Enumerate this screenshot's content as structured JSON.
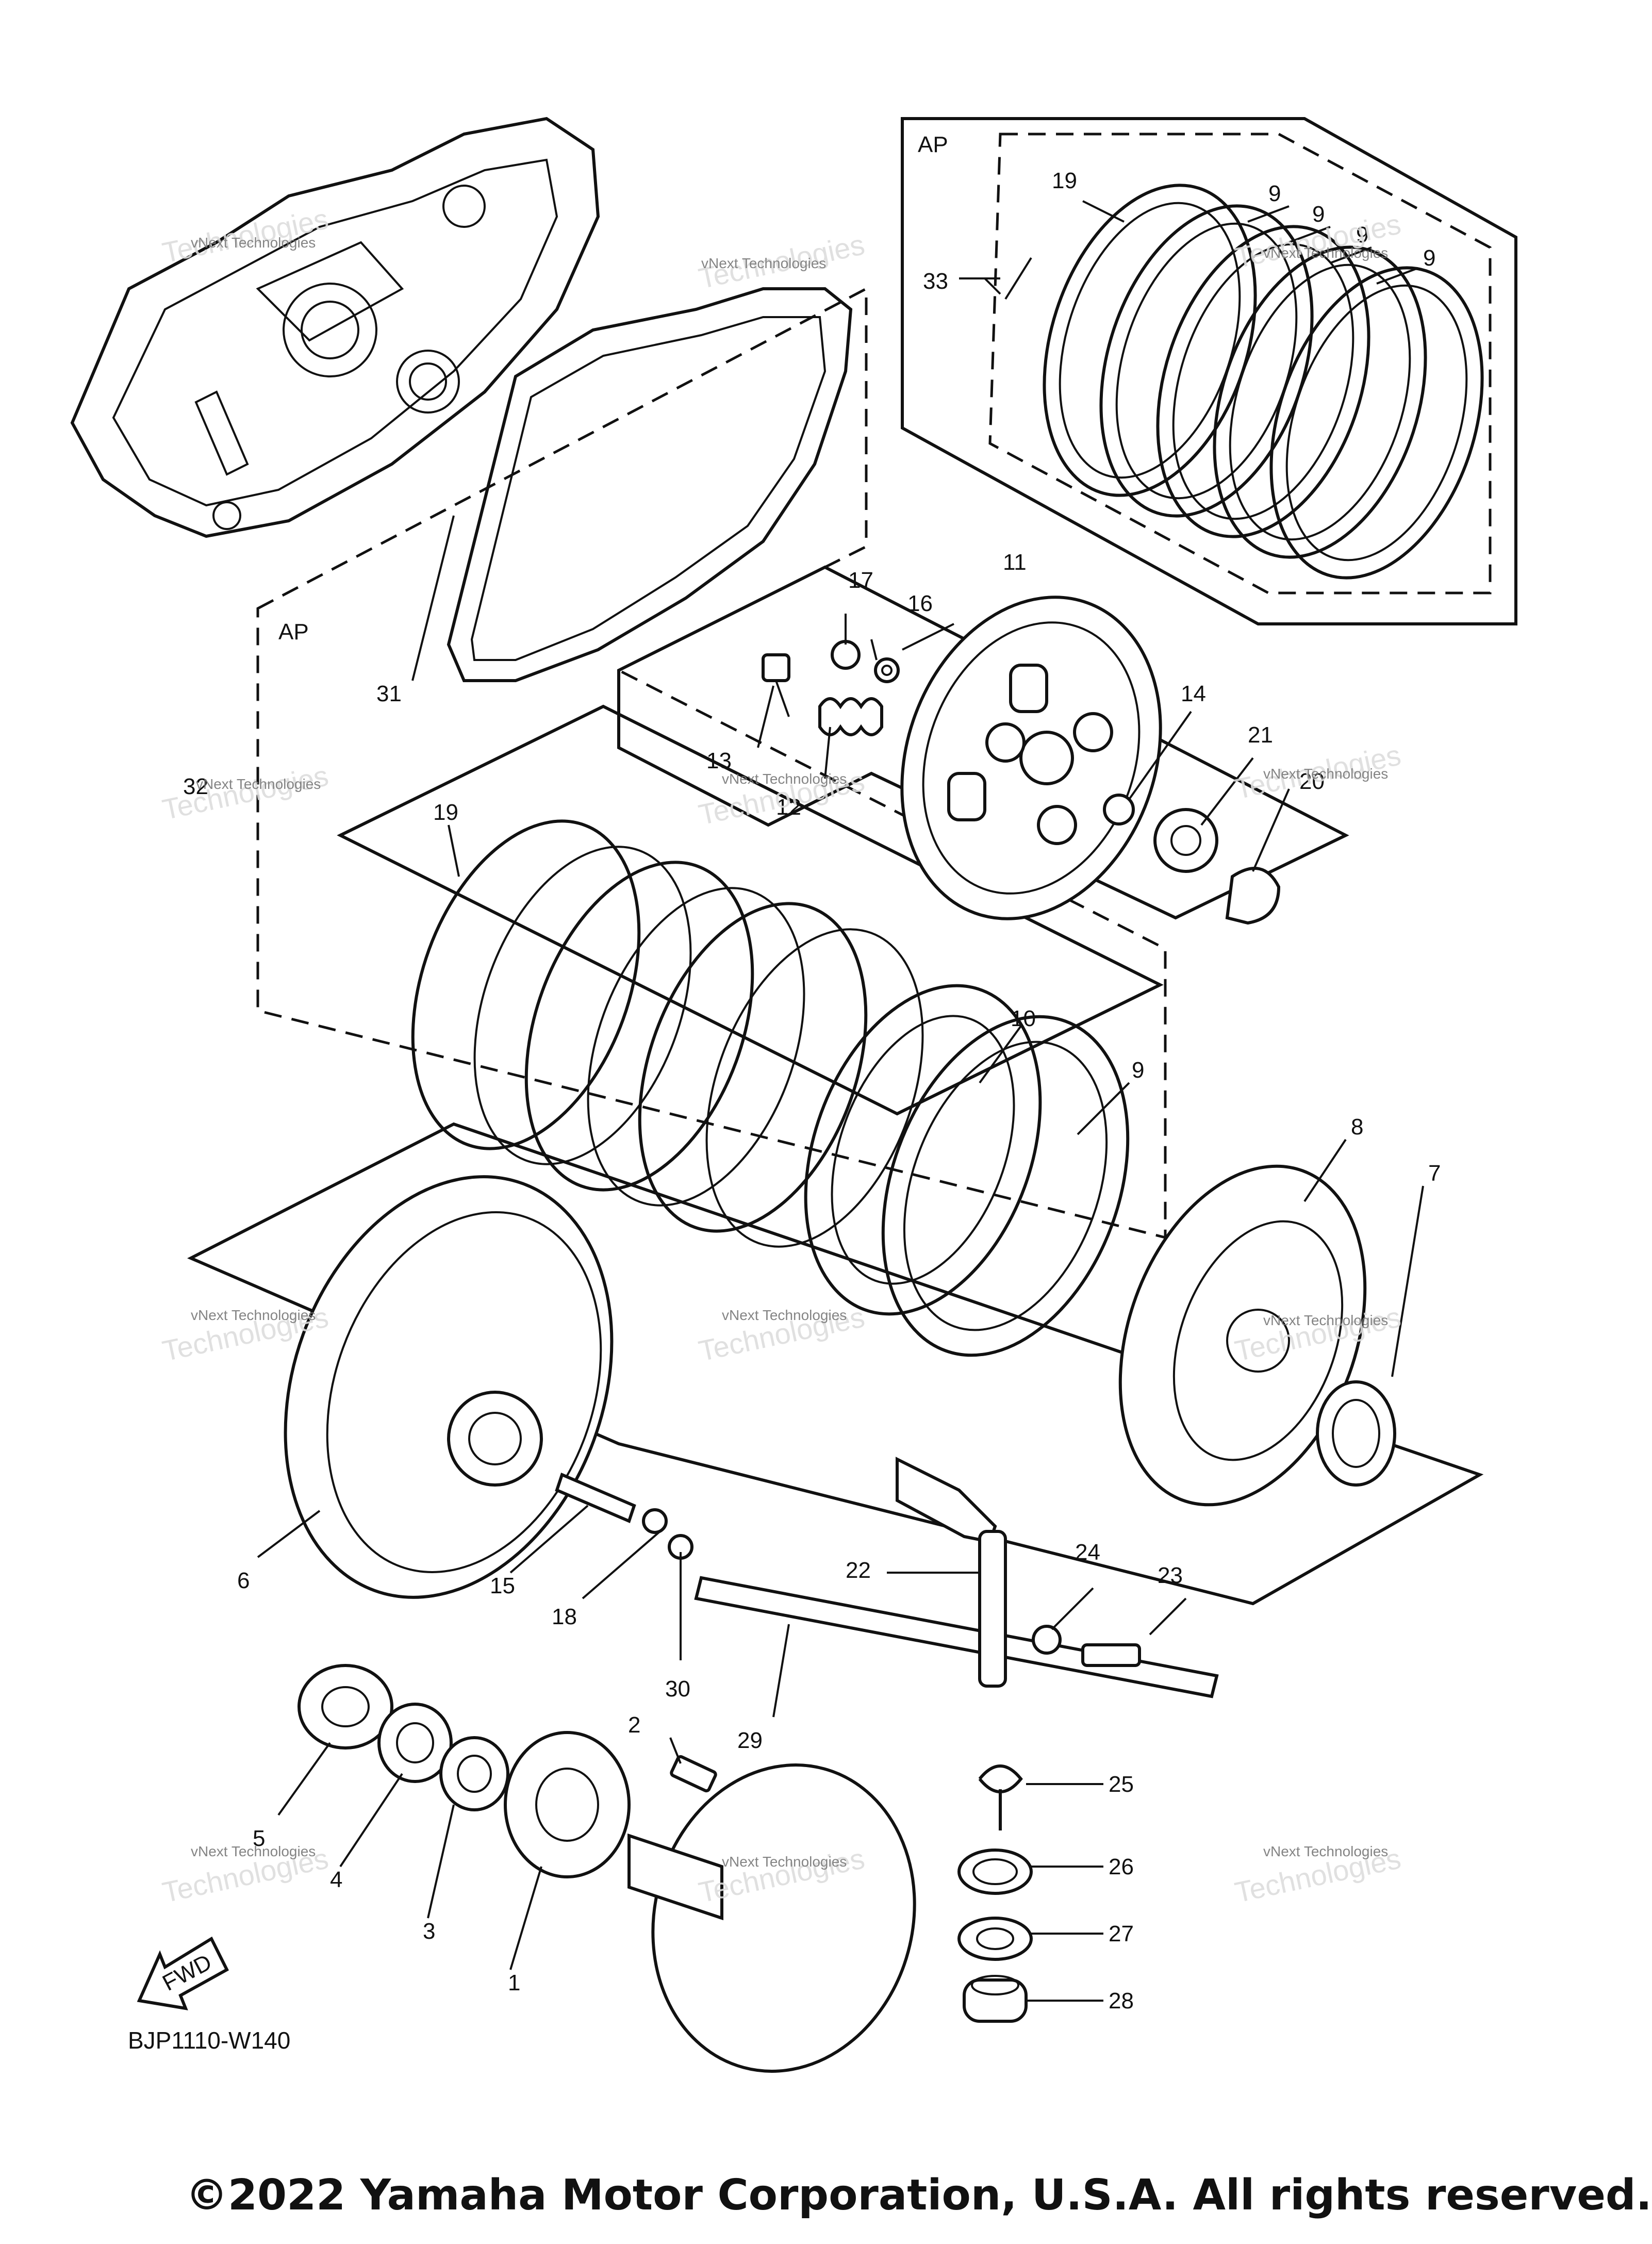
{
  "diagram": {
    "code": "BJP1110-W140",
    "copyright": "©2022 Yamaha Motor Corporation, U.S.A. All rights reserved.",
    "direction_arrow": "FWD",
    "assembly_labels": [
      "AP",
      "AP"
    ],
    "watermark": {
      "line1": "vNext Technologies",
      "line2": "vNext",
      "line3": "Technologies"
    },
    "callouts": [
      "1",
      "2",
      "3",
      "4",
      "5",
      "6",
      "7",
      "8",
      "9",
      "9",
      "9",
      "9",
      "9",
      "10",
      "11",
      "12",
      "13",
      "14",
      "15",
      "16",
      "17",
      "18",
      "19",
      "19",
      "20",
      "21",
      "22",
      "23",
      "24",
      "25",
      "26",
      "27",
      "28",
      "29",
      "30",
      "31",
      "32",
      "33"
    ]
  }
}
